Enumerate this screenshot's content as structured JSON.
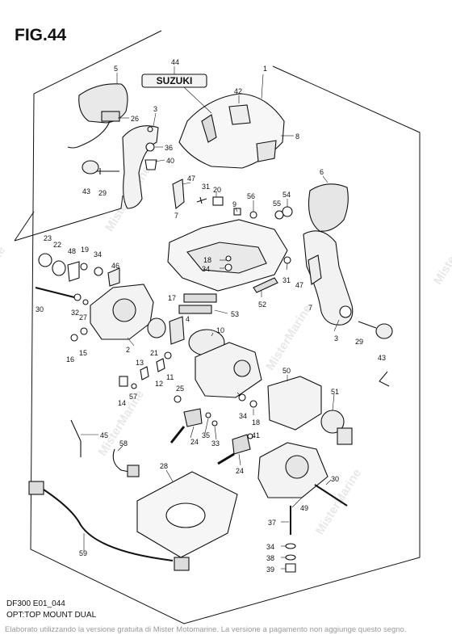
{
  "figure": {
    "title": "FIG.44",
    "model_code": "DF300 E01_044",
    "subtitle": "OPT:TOP MOUNT DUAL",
    "brand_badge": "SUZUKI",
    "footer_note": "Elaborato utilizzando la versione gratuita di Mister Motomarine. La versione a pagamento non aggiunge questo segno.",
    "watermark": "MisterMarine"
  },
  "callouts": [
    {
      "id": "1",
      "label": "1"
    },
    {
      "id": "2",
      "label": "2"
    },
    {
      "id": "3a",
      "label": "3"
    },
    {
      "id": "3b",
      "label": "3"
    },
    {
      "id": "4",
      "label": "4"
    },
    {
      "id": "5",
      "label": "5"
    },
    {
      "id": "6",
      "label": "6"
    },
    {
      "id": "7a",
      "label": "7"
    },
    {
      "id": "7b",
      "label": "7"
    },
    {
      "id": "8",
      "label": "8"
    },
    {
      "id": "9",
      "label": "9"
    },
    {
      "id": "10",
      "label": "10"
    },
    {
      "id": "11",
      "label": "11"
    },
    {
      "id": "12",
      "label": "12"
    },
    {
      "id": "13",
      "label": "13"
    },
    {
      "id": "14",
      "label": "14"
    },
    {
      "id": "15",
      "label": "15"
    },
    {
      "id": "16",
      "label": "16"
    },
    {
      "id": "17",
      "label": "17"
    },
    {
      "id": "18a",
      "label": "18"
    },
    {
      "id": "18b",
      "label": "18"
    },
    {
      "id": "19",
      "label": "19"
    },
    {
      "id": "20",
      "label": "20"
    },
    {
      "id": "21",
      "label": "21"
    },
    {
      "id": "22",
      "label": "22"
    },
    {
      "id": "23",
      "label": "23"
    },
    {
      "id": "24a",
      "label": "24"
    },
    {
      "id": "24b",
      "label": "24"
    },
    {
      "id": "25",
      "label": "25"
    },
    {
      "id": "26",
      "label": "26"
    },
    {
      "id": "27",
      "label": "27"
    },
    {
      "id": "28",
      "label": "28"
    },
    {
      "id": "29a",
      "label": "29"
    },
    {
      "id": "29b",
      "label": "29"
    },
    {
      "id": "30a",
      "label": "30"
    },
    {
      "id": "30b",
      "label": "30"
    },
    {
      "id": "31a",
      "label": "31"
    },
    {
      "id": "31b",
      "label": "31"
    },
    {
      "id": "32",
      "label": "32"
    },
    {
      "id": "33",
      "label": "33"
    },
    {
      "id": "34a",
      "label": "34"
    },
    {
      "id": "34b",
      "label": "34"
    },
    {
      "id": "34c",
      "label": "34"
    },
    {
      "id": "34d",
      "label": "34"
    },
    {
      "id": "35",
      "label": "35"
    },
    {
      "id": "36",
      "label": "36"
    },
    {
      "id": "37",
      "label": "37"
    },
    {
      "id": "38",
      "label": "38"
    },
    {
      "id": "39",
      "label": "39"
    },
    {
      "id": "40",
      "label": "40"
    },
    {
      "id": "41",
      "label": "41"
    },
    {
      "id": "42",
      "label": "42"
    },
    {
      "id": "43a",
      "label": "43"
    },
    {
      "id": "43b",
      "label": "43"
    },
    {
      "id": "44",
      "label": "44"
    },
    {
      "id": "45",
      "label": "45"
    },
    {
      "id": "46",
      "label": "46"
    },
    {
      "id": "47a",
      "label": "47"
    },
    {
      "id": "47b",
      "label": "47"
    },
    {
      "id": "48",
      "label": "48"
    },
    {
      "id": "49",
      "label": "49"
    },
    {
      "id": "50",
      "label": "50"
    },
    {
      "id": "51",
      "label": "51"
    },
    {
      "id": "52",
      "label": "52"
    },
    {
      "id": "53",
      "label": "53"
    },
    {
      "id": "54",
      "label": "54"
    },
    {
      "id": "55",
      "label": "55"
    },
    {
      "id": "56",
      "label": "56"
    },
    {
      "id": "57",
      "label": "57"
    },
    {
      "id": "58",
      "label": "58"
    },
    {
      "id": "59",
      "label": "59"
    }
  ]
}
